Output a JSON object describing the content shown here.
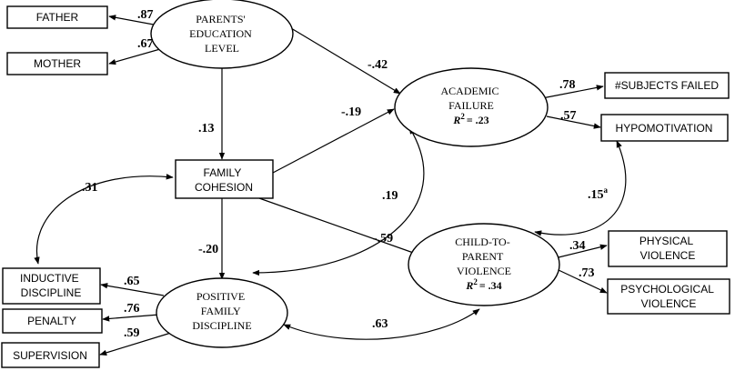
{
  "nodes": {
    "father": {
      "label": "FATHER"
    },
    "mother": {
      "label": "MOTHER"
    },
    "parents_education": {
      "lines": [
        "PARENTS'",
        "EDUCATION",
        "LEVEL"
      ]
    },
    "family_cohesion": {
      "lines": [
        "FAMILY",
        "COHESION"
      ]
    },
    "academic_failure": {
      "lines": [
        "ACADEMIC",
        "FAILURE"
      ],
      "r2_label": "R",
      "r2_value": "= .23"
    },
    "subjects_failed": {
      "label": "#SUBJECTS FAILED"
    },
    "hypomotivation": {
      "label": "HYPOMOTIVATION"
    },
    "child_to_parent_violence": {
      "lines": [
        "CHILD-TO-",
        "PARENT",
        "VIOLENCE"
      ],
      "r2_label": "R",
      "r2_value": "= .34"
    },
    "physical_violence": {
      "lines": [
        "PHYSICAL",
        "VIOLENCE"
      ]
    },
    "psychological_violence": {
      "lines": [
        "PSYCHOLOGICAL",
        "VIOLENCE"
      ]
    },
    "positive_family_discipline": {
      "lines": [
        "POSITIVE",
        "FAMILY",
        "DISCIPLINE"
      ]
    },
    "inductive_discipline": {
      "lines": [
        "INDUCTIVE",
        "DISCIPLINE"
      ]
    },
    "penalty": {
      "label": "PENALTY"
    },
    "supervision": {
      "label": "SUPERVISION"
    }
  },
  "r2_superscript": "2",
  "coefficients": {
    "pel_father": ".87",
    "pel_mother": ".67",
    "pel_academic": "-.42",
    "pel_cohesion": ".13",
    "cohesion_academic": "-.19",
    "academic_subjects": ".78",
    "academic_hypo": ".57",
    "cohesion_inductive": ".31",
    "academic_positive": ".19",
    "hypo_cpv": ".15",
    "hypo_cpv_sup": "a",
    "cohesion_positive": "-.20",
    "cohesion_cpv": "-.59",
    "cpv_physical": ".34",
    "cpv_psych": ".73",
    "pfd_inductive": ".65",
    "pfd_penalty": ".76",
    "pfd_supervision": ".59",
    "pfd_cpv": ".63"
  }
}
